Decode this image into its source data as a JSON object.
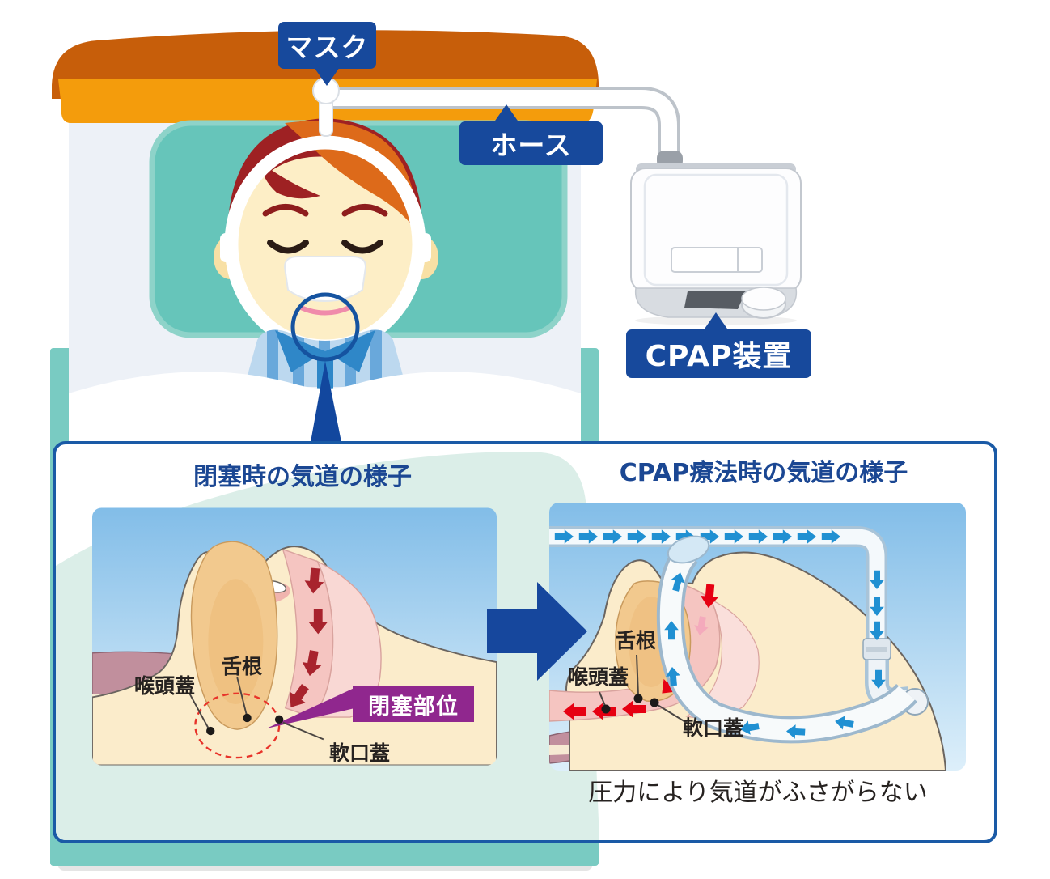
{
  "scene": {
    "callouts": {
      "mask": "マスク",
      "hose": "ホース",
      "cpap_device": "CPAP装置"
    },
    "comparison": {
      "left": {
        "title": "閉塞時の気道の様子",
        "label_tongue_root": "舌根",
        "label_epiglottis": "喉頭蓋",
        "label_soft_palate": "軟口蓋",
        "tag_obstruction_site": "閉塞部位"
      },
      "right": {
        "title": "CPAP療法時の気道の様子",
        "label_tongue_root": "舌根",
        "label_epiglottis": "喉頭蓋",
        "label_soft_palate": "軟口蓋",
        "caption": "圧力により気道がふさがらない"
      }
    },
    "colors": {
      "callout_blue": "#17499c",
      "panel_border_blue": "#1a5aa6",
      "title_blue": "#1b4793",
      "obstruction_purple": "#90278e",
      "red_arrow": "#e60012",
      "dark_red_arrow": "#a8232d",
      "blue_arrow": "#2090d2",
      "headboard_orange_dark": "#c75e0a",
      "headboard_orange": "#f49c0c",
      "bed_teal": "#79cbc2",
      "pillow_teal": "#66c5ba"
    }
  }
}
